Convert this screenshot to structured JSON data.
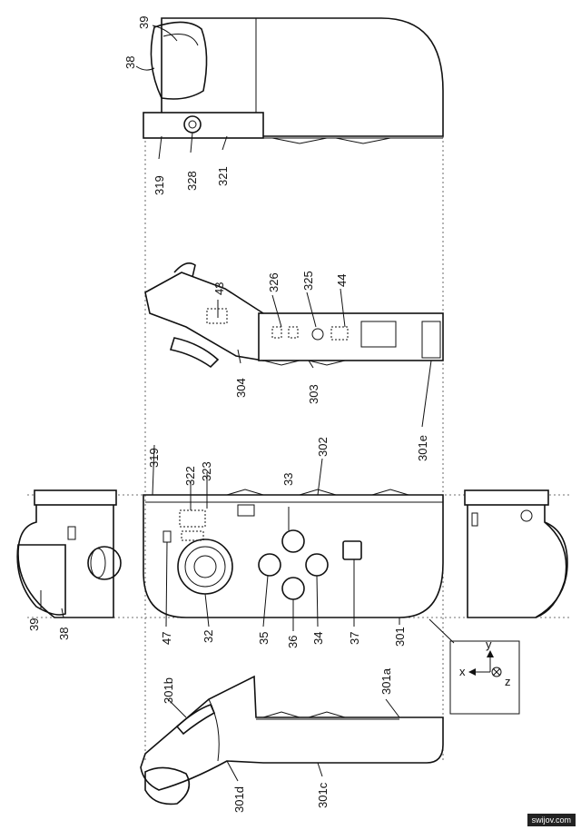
{
  "figure": {
    "labels": {
      "l38a": "38",
      "l39a": "39",
      "l319a": "319",
      "l328": "328",
      "l321": "321",
      "l43": "43",
      "l326": "326",
      "l325": "325",
      "l44": "44",
      "l304": "304",
      "l303": "303",
      "l301e": "301e",
      "l319b": "319",
      "l322": "322",
      "l323": "323",
      "l33": "33",
      "l302": "302",
      "l47": "47",
      "l32": "32",
      "l35": "35",
      "l36": "36",
      "l34": "34",
      "l37": "37",
      "l301": "301",
      "l39b": "39",
      "l38b": "38",
      "l301b": "301b",
      "l301a": "301a",
      "l301d": "301d",
      "l301c": "301c"
    },
    "axes": {
      "y": "y",
      "x": "x",
      "z": "z"
    },
    "watermark": "swijov.com"
  }
}
